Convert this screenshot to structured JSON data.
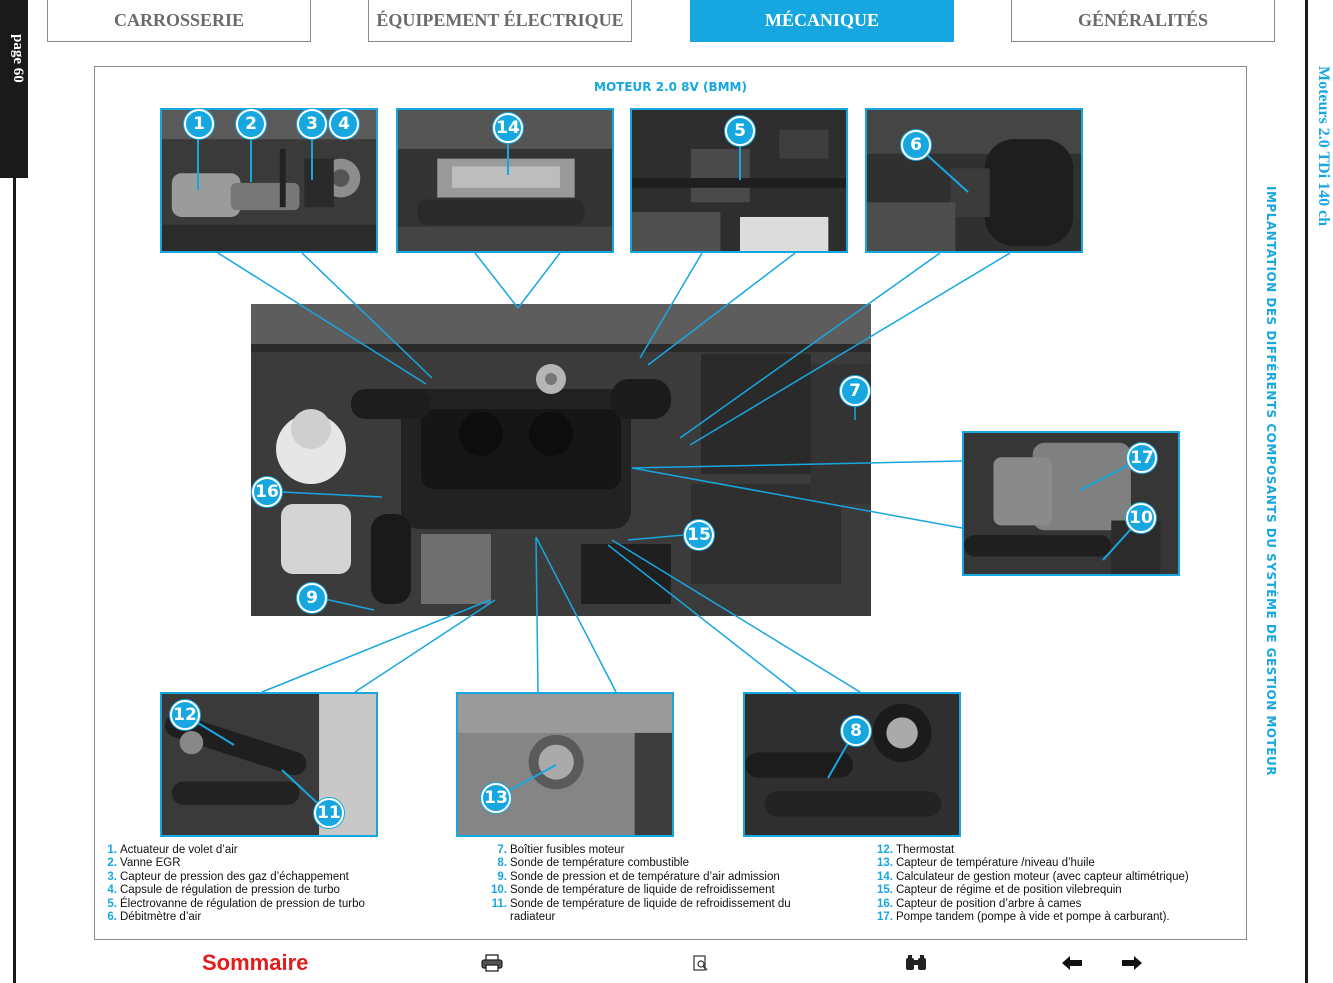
{
  "page_tab": "page 60",
  "tabs": [
    {
      "label": "CARROSSERIE",
      "active": false
    },
    {
      "label": "ÉQUIPEMENT ÉLECTRIQUE",
      "active": false
    },
    {
      "label": "MÉCANIQUE",
      "active": true
    },
    {
      "label": "GÉNÉRALITÉS",
      "active": false
    }
  ],
  "side_title": "Moteurs 2.0 TDi 140 ch",
  "side_subtitle": "IMPLANTATION DES DIFFÉRENTS COMPOSANTS DU SYSTÈME DE GESTION MOTEUR",
  "engine_title": "MOTEUR 2.0 8V (BMM)",
  "badges": [
    "1",
    "2",
    "3",
    "4",
    "14",
    "5",
    "6",
    "7",
    "16",
    "17",
    "10",
    "15",
    "9",
    "12",
    "11",
    "13",
    "8"
  ],
  "legend": {
    "col1": [
      {
        "num": "1.",
        "text": "Actuateur de volet d’air"
      },
      {
        "num": "2.",
        "text": "Vanne EGR"
      },
      {
        "num": "3.",
        "text": "Capteur de pression des gaz d’échappement"
      },
      {
        "num": "4.",
        "text": "Capsule de régulation de pression de turbo"
      },
      {
        "num": "5.",
        "text": "Électrovanne de régulation de pression de turbo"
      },
      {
        "num": "6.",
        "text": "Débitmètre d’air"
      }
    ],
    "col2": [
      {
        "num": "7.",
        "text": "Boîtier fusibles moteur"
      },
      {
        "num": "8.",
        "text": "Sonde de température combustible"
      },
      {
        "num": "9.",
        "text": "Sonde de pression et de température d’air admission"
      },
      {
        "num": "10.",
        "text": "Sonde de température de liquide de refroidissement"
      },
      {
        "num": "11.",
        "text": "Sonde de température de liquide de refroidissement du"
      },
      {
        "num": "",
        "text": "radiateur"
      }
    ],
    "col3": [
      {
        "num": "12.",
        "text": "Thermostat"
      },
      {
        "num": "13.",
        "text": "Capteur de température /niveau d’huile"
      },
      {
        "num": "14.",
        "text": "Calculateur de gestion moteur (avec capteur altimétrique)"
      },
      {
        "num": "15.",
        "text": "Capteur de régime et de position vilebrequin"
      },
      {
        "num": "16.",
        "text": "Capteur de position d’arbre à cames"
      },
      {
        "num": "17.",
        "text": "Pompe tandem (pompe à vide et pompe à carburant)."
      }
    ]
  },
  "footer": {
    "sommaire": "Sommaire",
    "icons": [
      "printer-icon",
      "zoom-page-icon",
      "binoculars-icon",
      "arrow-left-icon",
      "arrow-right-icon"
    ]
  },
  "colors": {
    "accent": "#17a7e0",
    "sommaire": "#e31b1b",
    "dark": "#1a1a1a"
  }
}
